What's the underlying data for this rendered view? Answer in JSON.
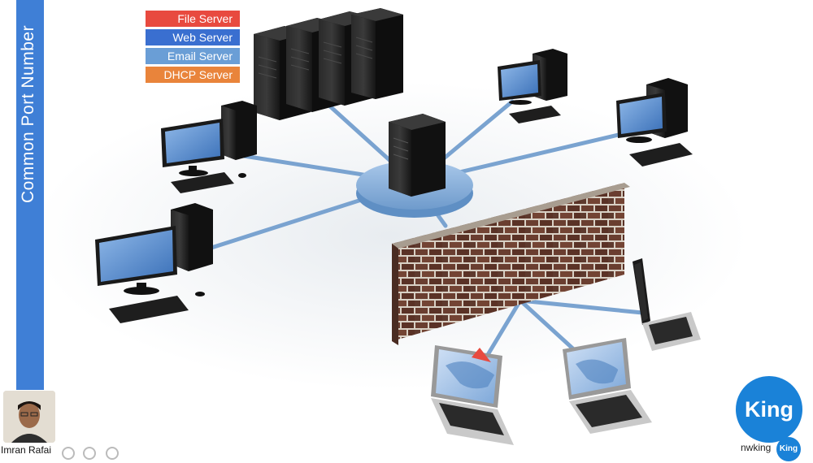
{
  "sidebar": {
    "title": "Common Port Number",
    "color": "#3f7fd6"
  },
  "legend": {
    "items": [
      {
        "label": "File Server",
        "color": "#e84a3f"
      },
      {
        "label": "Web Server",
        "color": "#3a6fd0"
      },
      {
        "label": "Email Server",
        "color": "#6a9ed6"
      },
      {
        "label": "DHCP Server",
        "color": "#e9843b"
      }
    ]
  },
  "presenter": {
    "name": "Imran Rafai"
  },
  "logo": {
    "text": "King",
    "color": "#1a82d8"
  },
  "watermark": {
    "text": "nwking"
  }
}
